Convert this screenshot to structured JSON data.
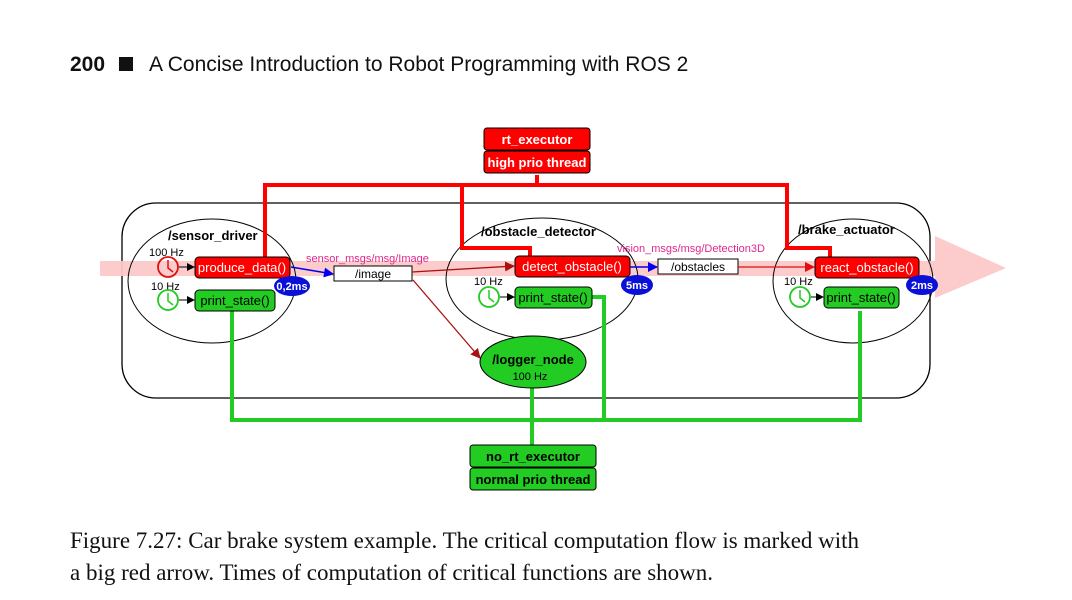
{
  "header": {
    "page_number": "200",
    "book_title": "A Concise Introduction to Robot Programming with ROS 2"
  },
  "colors": {
    "critical_red": "#ff0000",
    "normal_green": "#22cc22",
    "topic_blue": "#0000ee",
    "msg_type_magenta": "#e0288c",
    "timing_badge_blue": "#0a10d8",
    "critical_flow_arrow": "#fcc8c8",
    "logger_arrow": "#aa1111"
  },
  "executors": {
    "rt": {
      "name": "rt_executor",
      "thread": "high prio thread"
    },
    "no_rt": {
      "name": "no_rt_executor",
      "thread": "normal prio thread"
    }
  },
  "nodes": {
    "sensor_driver": {
      "name": "/sensor_driver",
      "timer_fast_rate": "100 Hz",
      "timer_slow_rate": "10 Hz",
      "critical_callback": "produce_data()",
      "state_callback": "print_state()",
      "timing": "0,2ms"
    },
    "obstacle_detector": {
      "name": "/obstacle_detector",
      "timer_slow_rate": "10 Hz",
      "critical_callback": "detect_obstacle()",
      "state_callback": "print_state()",
      "timing": "5ms"
    },
    "brake_actuator": {
      "name": "/brake_actuator",
      "timer_slow_rate": "10 Hz",
      "critical_callback": "react_obstacle()",
      "state_callback": "print_state()",
      "timing": "2ms"
    },
    "logger_node": {
      "name": "/logger_node",
      "rate": "100 Hz"
    }
  },
  "topics": {
    "image": {
      "name": "/image",
      "msg_type": "sensor_msgs/msg/Image"
    },
    "obstacles": {
      "name": "/obstacles",
      "msg_type": "vision_msgs/msg/Detection3D"
    }
  },
  "caption": {
    "line1": "Figure 7.27: Car brake system example. The critical computation flow is marked with",
    "line2": "a big red arrow. Times of computation of critical functions are shown."
  }
}
